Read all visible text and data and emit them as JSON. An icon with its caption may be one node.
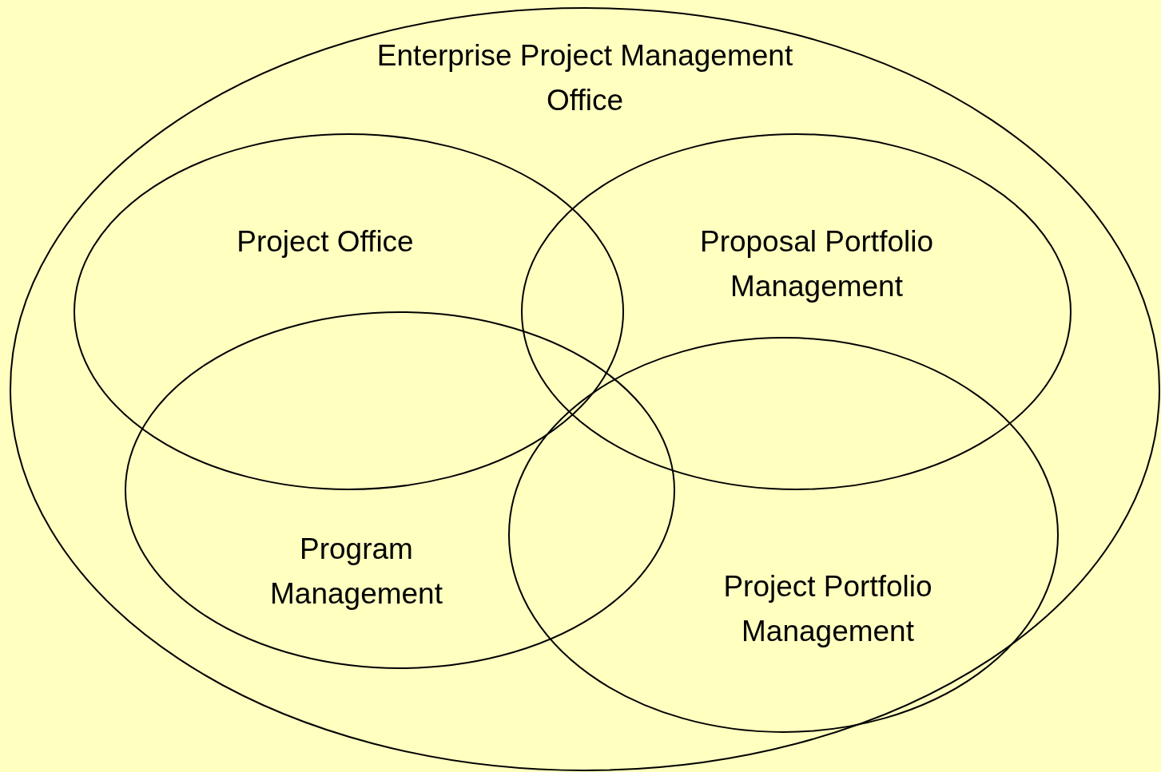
{
  "diagram": {
    "nodes": [
      {
        "text": [
          "Enterprise Project Management Office"
        ]
      },
      {
        "text": [
          "Project Office"
        ],
        "in": 0
      },
      {
        "text": [
          "Proposal Portfolio Management"
        ],
        "in": 0
      },
      {
        "text": [
          "Program Management"
        ],
        "in": 0
      },
      {
        "text": [
          "Project Portfolio Management"
        ],
        "in": 0
      }
    ],
    "edges": []
  }
}
